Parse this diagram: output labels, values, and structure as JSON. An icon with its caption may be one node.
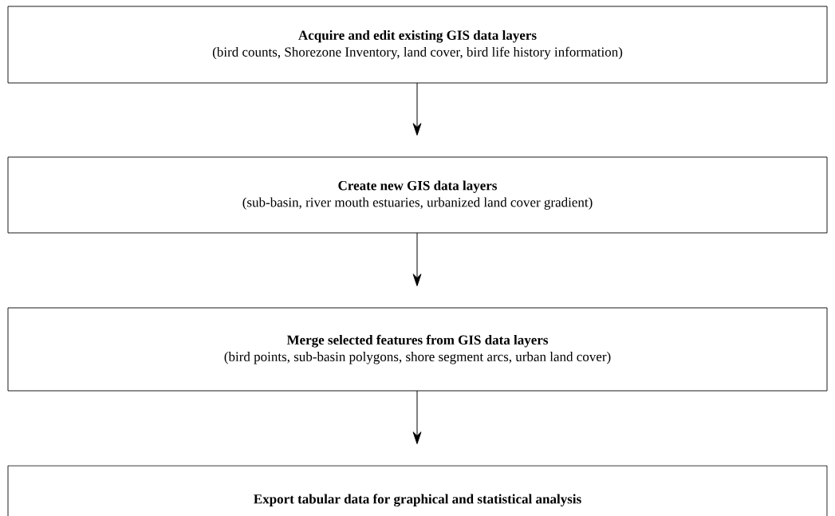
{
  "diagram": {
    "nodes": [
      {
        "text": [
          "Acquire and edit existing GIS data layers",
          "(bird counts, Shorezone Inventory, land cover, bird life history information)"
        ]
      },
      {
        "text": [
          "Create new GIS data layers",
          "(sub-basin, river mouth estuaries, urbanized land cover gradient)"
        ]
      },
      {
        "text": [
          "Merge selected features from GIS data layers",
          "(bird points, sub-basin polygons, shore segment arcs, urban land cover)"
        ]
      },
      {
        "text": [
          "Export tabular data for graphical and statistical analysis"
        ]
      }
    ],
    "edges": [
      {
        "from": 0,
        "to": 1,
        "arrow": "to"
      },
      {
        "from": 1,
        "to": 2,
        "arrow": "to"
      },
      {
        "from": 2,
        "to": 3,
        "arrow": "to"
      }
    ]
  }
}
